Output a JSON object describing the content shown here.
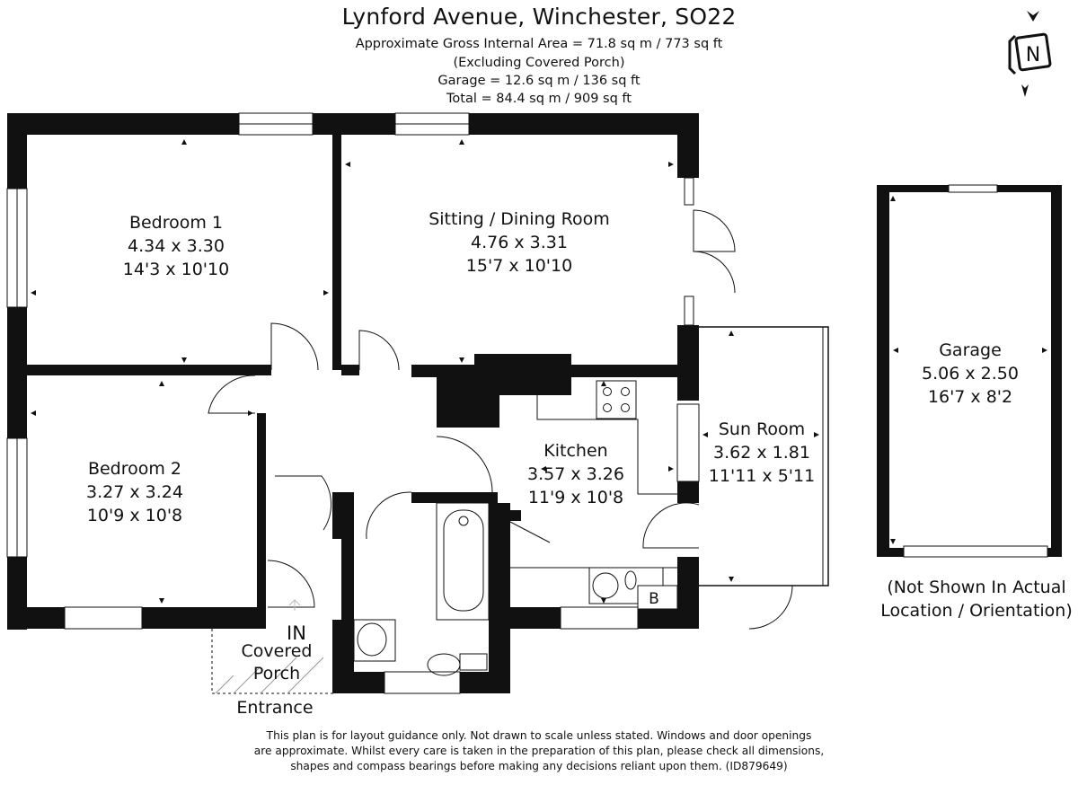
{
  "header": {
    "title": "Lynford Avenue, Winchester, SO22",
    "lines": [
      "Approximate Gross Internal Area = 71.8 sq m / 773 sq ft",
      "(Excluding Covered Porch)",
      "Garage = 12.6 sq m / 136 sq ft",
      "Total = 84.4 sq m / 909 sq ft"
    ]
  },
  "compass": {
    "label": "N"
  },
  "rooms": {
    "bedroom1": {
      "name": "Bedroom 1",
      "metric": "4.34 x 3.30",
      "imperial": "14'3 x 10'10"
    },
    "sitting": {
      "name": "Sitting / Dining Room",
      "metric": "4.76 x 3.31",
      "imperial": "15'7 x 10'10"
    },
    "bedroom2": {
      "name": "Bedroom 2",
      "metric": "3.27 x 3.24",
      "imperial": "10'9 x 10'8"
    },
    "kitchen": {
      "name": "Kitchen",
      "metric": "3.57 x 3.26",
      "imperial": "11'9 x 10'8"
    },
    "sunroom": {
      "name": "Sun Room",
      "metric": "3.62 x 1.81",
      "imperial": "11'11 x 5'11"
    },
    "garage": {
      "name": "Garage",
      "metric": "5.06 x 2.50",
      "imperial": "16'7 x 8'2"
    }
  },
  "labels": {
    "in": "IN",
    "porch_line1": "Covered",
    "porch_line2": "Porch",
    "entrance": "Entrance",
    "boiler": "B",
    "garage_note_line1": "(Not Shown In Actual",
    "garage_note_line2": "Location / Orientation)"
  },
  "disclaimer": [
    "This plan is for layout guidance only. Not drawn to scale unless stated. Windows and door openings",
    "are approximate. Whilst every care is taken in the preparation of this plan, please check all dimensions,",
    "shapes and compass bearings before making any decisions reliant upon them. (ID879649)"
  ]
}
